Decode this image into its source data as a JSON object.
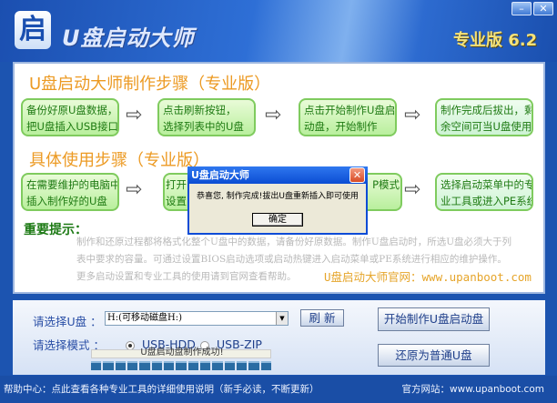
{
  "window": {
    "logo_char": "启",
    "title": "U盘启动大师",
    "version": "专业版 6.2",
    "minimize": "–",
    "close": "✕"
  },
  "section1": {
    "title": "U盘启动大师制作步骤（专业版）",
    "steps": [
      [
        "备份好原U盘数据，",
        "把U盘插入USB接口"
      ],
      [
        "点击刷新按钮，",
        "选择列表中的U盘"
      ],
      [
        "点击开始制作U盘启",
        "动盘，开始制作"
      ],
      [
        "制作完成后拔出，剩",
        "余空间可当U盘使用"
      ]
    ]
  },
  "section2": {
    "title": "具体使用步骤（专业版）",
    "steps": [
      [
        "在需要维护的电脑中",
        "插入制作好的U盘"
      ],
      [
        "打开",
        "设置"
      ],
      [
        "P模式",
        ""
      ],
      [
        "选择启动菜单中的专",
        "业工具或进入PE系统"
      ]
    ]
  },
  "arrow": "⇨",
  "hints": {
    "title": "重要提示：",
    "lines": [
      "制作和还原过程都将格式化整个U盘中的数据，请备份好原数据。制作U盘启动时，所选U盘必须大于列",
      "表中要求的容量。可通过设置BIOS启动选项或启动热键进入启动菜单或PE系统进行相应的维护操作。",
      "更多启动设置和专业工具的使用请到官网查看帮助。"
    ],
    "site": "U盘启动大师官网：www.upanboot.com"
  },
  "dialog": {
    "title": "U盘启动大师",
    "message": "恭喜您, 制作完成!拔出U盘重新插入即可使用",
    "ok": "确定",
    "close": "✕"
  },
  "controls": {
    "drive_label": "请选择U盘 ：",
    "drive_value": "H:(可移动磁盘H:)",
    "refresh": "刷 新",
    "mode_label": "请选择模式 ：",
    "modes": [
      "USB-HDD",
      "USB-ZIP"
    ],
    "selected_mode": "USB-HDD",
    "progress_text": "U盘启动盘制作成功!",
    "progress_percent": 100,
    "start": "开始制作U盘启动盘",
    "restore": "还原为普通U盘"
  },
  "footer": {
    "help": "帮助中心：点此查看各种专业工具的详细使用说明（新手必读，不断更新）",
    "site": "官方网站：www.upanboot.com"
  }
}
